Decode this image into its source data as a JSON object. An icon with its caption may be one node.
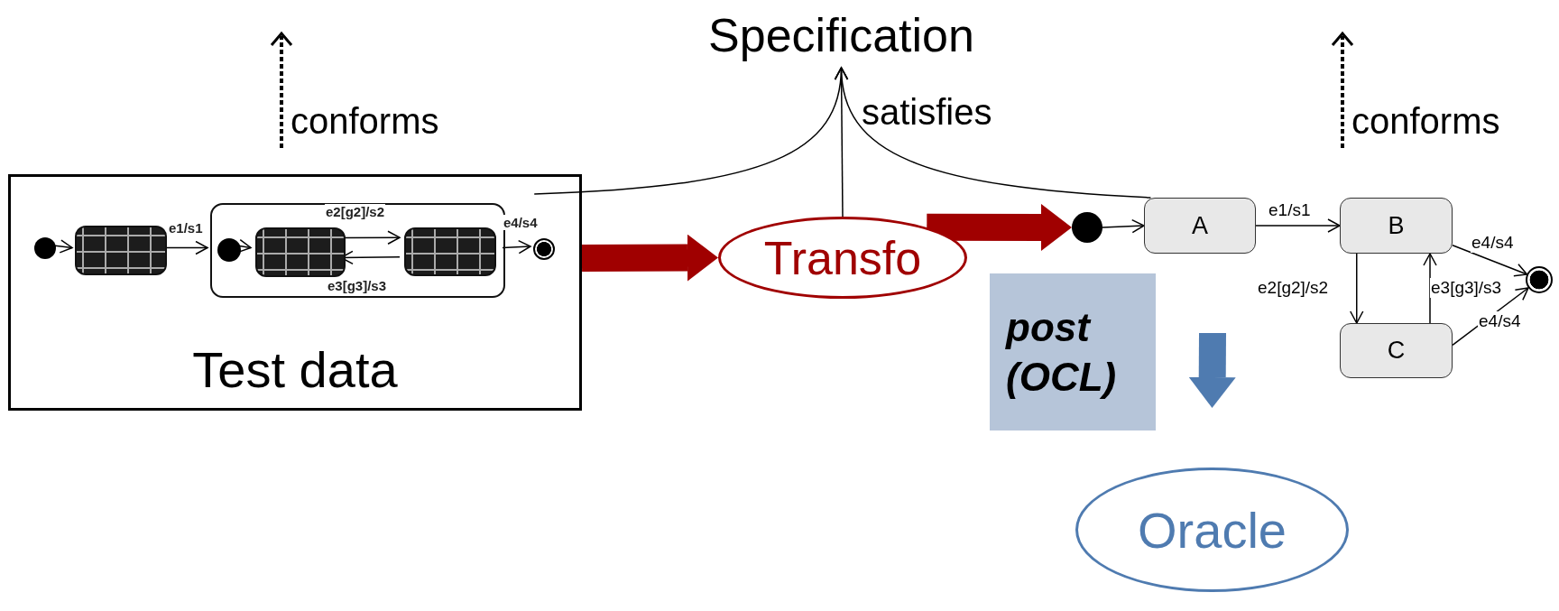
{
  "diagram": {
    "nodes": [
      {
        "text": [
          "Test data"
        ]
      },
      {
        "text": [],
        "shape": "circle",
        "in": 0
      },
      {
        "text": [],
        "shape": "box",
        "in": 0
      },
      {
        "text": [],
        "shape": "box",
        "in": 0
      },
      {
        "text": [],
        "shape": "circle",
        "in": 3
      },
      {
        "text": [],
        "shape": "box",
        "in": 3
      },
      {
        "text": [],
        "shape": "box",
        "in": 3
      },
      {
        "text": [],
        "shape": "circle",
        "in": 0
      },
      {
        "text": [
          "Specification"
        ]
      },
      {
        "text": [
          "Transfo"
        ]
      },
      {
        "text": [
          "Oracle"
        ]
      },
      {
        "text": [
          "post (OCL)"
        ]
      },
      {
        "text": [],
        "shape": "circle"
      },
      {
        "text": [
          "A"
        ]
      },
      {
        "text": [
          "B"
        ]
      },
      {
        "text": [
          "C"
        ]
      },
      {
        "text": [],
        "shape": "circle"
      }
    ],
    "edges": [
      {
        "from": 1,
        "to": 2,
        "arrow": "to"
      },
      {
        "from": 2,
        "to": 3,
        "arrow": "to",
        "label": "e1/s1"
      },
      {
        "from": 4,
        "to": 5,
        "arrow": "to"
      },
      {
        "from": 5,
        "to": 6,
        "arrow": "to",
        "label": "e2[g2]/s2"
      },
      {
        "from": 6,
        "to": 5,
        "arrow": "to",
        "label": "e3[g3]/s3"
      },
      {
        "from": 3,
        "to": 7,
        "arrow": "to",
        "label": "e4/s4"
      },
      {
        "from": 0,
        "to": 9,
        "arrow": "to",
        "style": "thick",
        "color": "#a00000"
      },
      {
        "from": 9,
        "to": 12,
        "arrow": "to",
        "style": "thick",
        "color": "#a00000"
      },
      {
        "from": 0,
        "to": 8,
        "arrow": "to"
      },
      {
        "from": 9,
        "to": 8,
        "arrow": "to",
        "label": "satisfies"
      },
      {
        "from": 13,
        "to": 8,
        "arrow": "to"
      },
      {
        "from": null,
        "to": 10,
        "arrow": "to",
        "style": "thick",
        "color": "#4f7bb0"
      },
      {
        "from": 12,
        "to": 13,
        "arrow": "to"
      },
      {
        "from": 13,
        "to": 14,
        "arrow": "to",
        "label": "e1/s1"
      },
      {
        "from": 14,
        "to": 15,
        "arrow": "to",
        "label": "e2[g2]/s2"
      },
      {
        "from": 15,
        "to": 14,
        "arrow": "to",
        "label": "e3[g3]/s3"
      },
      {
        "from": 14,
        "to": 16,
        "arrow": "to",
        "label": "e4/s4"
      },
      {
        "from": 15,
        "to": 16,
        "arrow": "to",
        "label": "e4/s4"
      }
    ],
    "labels": [
      "conforms",
      "conforms"
    ]
  }
}
